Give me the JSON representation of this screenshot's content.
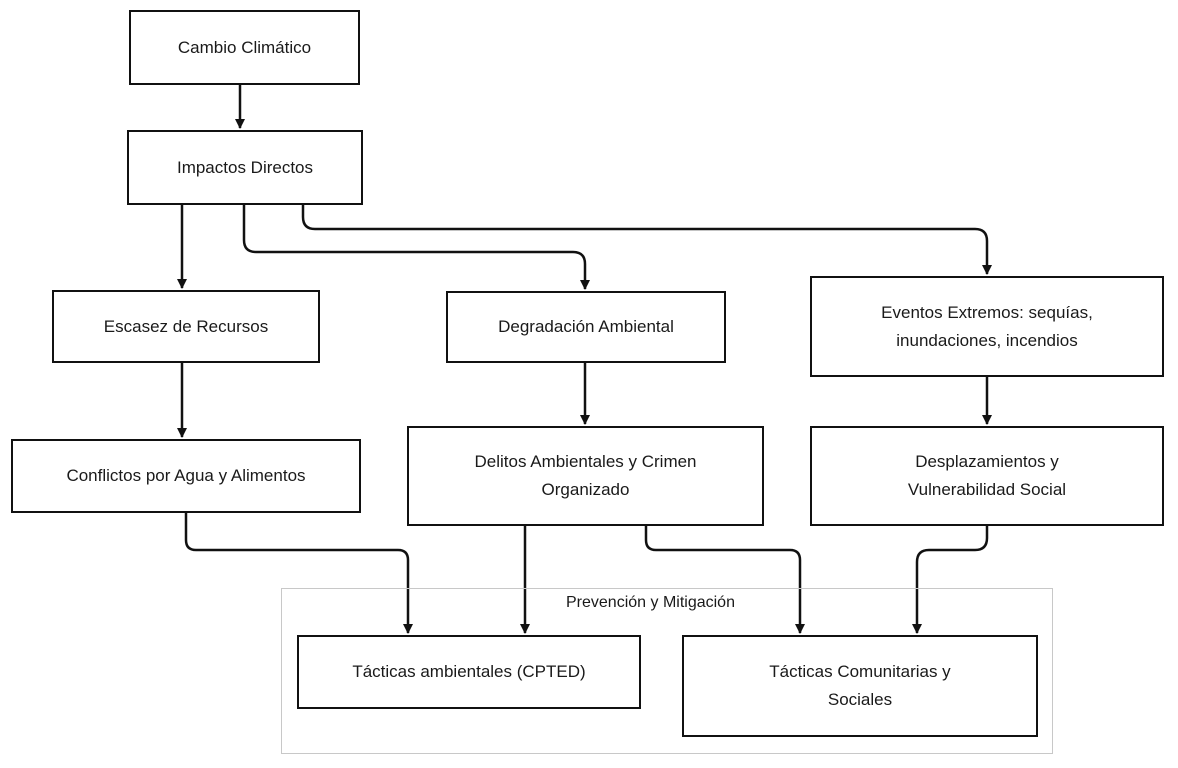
{
  "diagram": {
    "nodes": {
      "cambio_climatico": "Cambio Climático",
      "impactos_directos": "Impactos Directos",
      "escasez_recursos": "Escasez de Recursos",
      "degradacion_ambiental": "Degradación Ambiental",
      "eventos_extremos": "Eventos Extremos: sequías, inundaciones, incendios",
      "conflictos_agua": "Conflictos por Agua y Alimentos",
      "delitos_ambientales": "Delitos Ambientales y Crimen Organizado",
      "desplazamientos": "Desplazamientos y Vulnerabilidad Social",
      "tacticas_ambientales": "Tácticas ambientales (CPTED)",
      "tacticas_comunitarias": "Tácticas Comunitarias y Sociales"
    },
    "group": {
      "title": "Prevención y Mitigación"
    },
    "edges": [
      {
        "from": "cambio_climatico",
        "to": "impactos_directos"
      },
      {
        "from": "impactos_directos",
        "to": "escasez_recursos"
      },
      {
        "from": "impactos_directos",
        "to": "degradacion_ambiental"
      },
      {
        "from": "impactos_directos",
        "to": "eventos_extremos"
      },
      {
        "from": "escasez_recursos",
        "to": "conflictos_agua"
      },
      {
        "from": "degradacion_ambiental",
        "to": "delitos_ambientales"
      },
      {
        "from": "eventos_extremos",
        "to": "desplazamientos"
      },
      {
        "from": "conflictos_agua",
        "to": "tacticas_ambientales"
      },
      {
        "from": "delitos_ambientales",
        "to": "tacticas_ambientales"
      },
      {
        "from": "delitos_ambientales",
        "to": "tacticas_comunitarias"
      },
      {
        "from": "desplazamientos",
        "to": "tacticas_comunitarias"
      }
    ]
  }
}
